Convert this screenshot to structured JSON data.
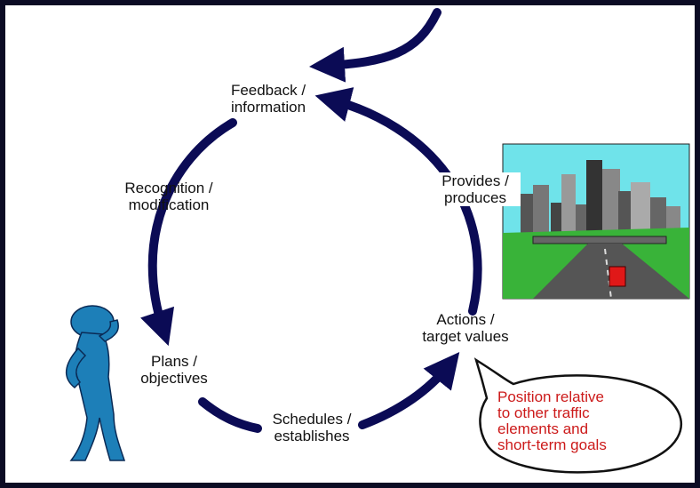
{
  "diagram": {
    "nodes": {
      "feedback": [
        "Feedback /",
        "information"
      ],
      "recognition": [
        "Recognition /",
        "modification"
      ],
      "plans": [
        "Plans /",
        "objectives"
      ],
      "schedules": [
        "Schedules /",
        "establishes"
      ],
      "actions": [
        "Actions /",
        "target values"
      ],
      "provides": [
        "Provides /",
        "produces"
      ]
    },
    "callout": [
      "Position relative",
      "to other traffic",
      "elements and",
      "short-term goals"
    ]
  },
  "colors": {
    "arrow": "#0b0b55",
    "callout_text": "#cc1a1a",
    "sky": "#6fe3ea",
    "grass": "#39b339",
    "figure": "#1d7fb8",
    "car": "#e01818"
  }
}
